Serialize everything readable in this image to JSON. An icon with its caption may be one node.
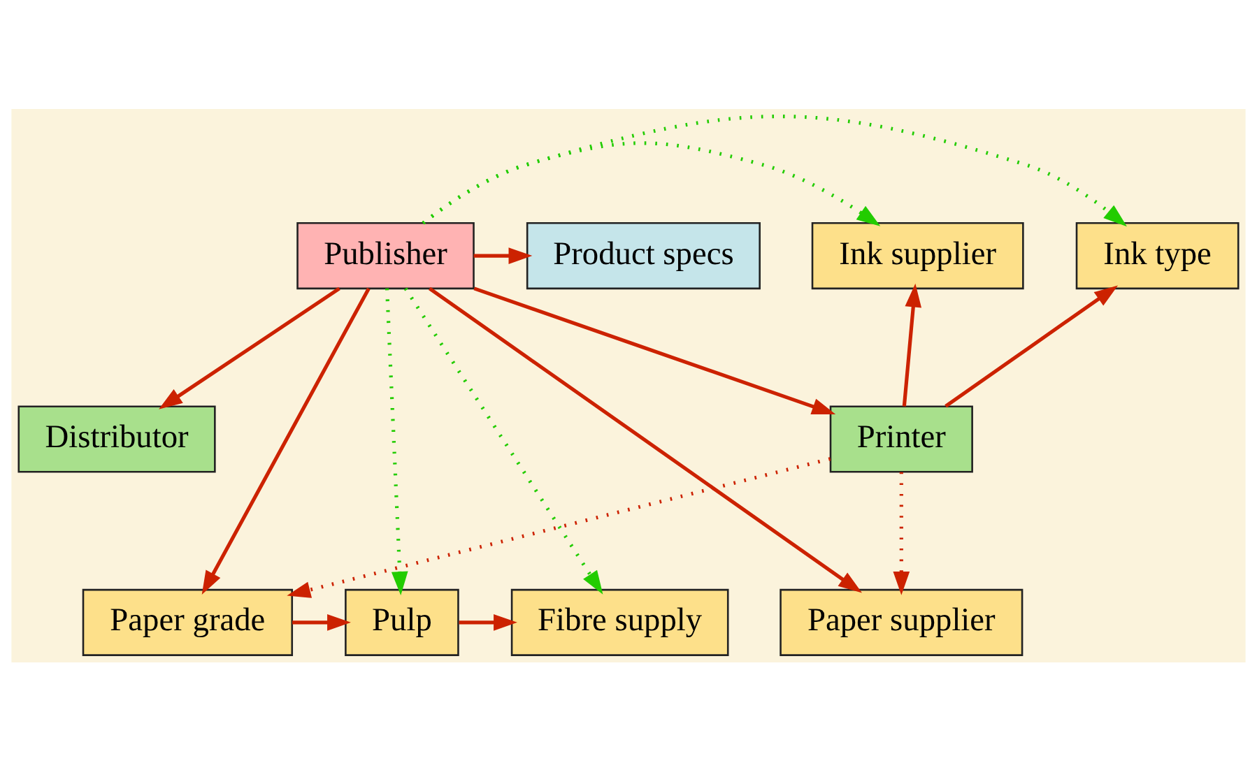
{
  "diagram": {
    "nodes": [
      {
        "text": [
          "Paper supplier"
        ]
      },
      {
        "text": [
          "Paper grade"
        ]
      },
      {
        "text": [
          "Pulp"
        ]
      },
      {
        "text": [
          "Fibre supply"
        ]
      },
      {
        "text": [
          "Ink supplier"
        ]
      },
      {
        "text": [
          "Publisher"
        ]
      },
      {
        "text": [
          "Product specs"
        ]
      },
      {
        "text": [
          "Ink type"
        ]
      },
      {
        "text": [
          "Printer"
        ]
      },
      {
        "text": [
          "Distributor"
        ]
      }
    ],
    "edges": [
      {
        "from": 1,
        "to": 2,
        "arrow": "to"
      },
      {
        "from": 2,
        "to": 3,
        "arrow": "to"
      },
      {
        "from": 5,
        "to": 0,
        "arrow": "to"
      },
      {
        "from": 5,
        "to": 1,
        "arrow": "to"
      },
      {
        "from": 5,
        "to": 2,
        "arrow": "to",
        "style": "dashed",
        "color": "#22cc00"
      },
      {
        "from": 5,
        "to": 3,
        "arrow": "to",
        "style": "dashed",
        "color": "#22cc00"
      },
      {
        "from": 5,
        "to": 4,
        "arrow": "to",
        "style": "dashed",
        "color": "#22cc00"
      },
      {
        "from": 5,
        "to": 7,
        "arrow": "to",
        "style": "dashed",
        "color": "#22cc00"
      },
      {
        "from": 5,
        "to": 6,
        "arrow": "to"
      },
      {
        "from": 5,
        "to": 8,
        "arrow": "to"
      },
      {
        "from": 5,
        "to": 9,
        "arrow": "to"
      },
      {
        "from": 8,
        "to": 0,
        "arrow": "to",
        "style": "dashed"
      },
      {
        "from": 8,
        "to": 1,
        "arrow": "to",
        "style": "dashed"
      },
      {
        "from": 8,
        "to": 4,
        "arrow": "to"
      },
      {
        "from": 8,
        "to": 7,
        "arrow": "to"
      }
    ]
  }
}
